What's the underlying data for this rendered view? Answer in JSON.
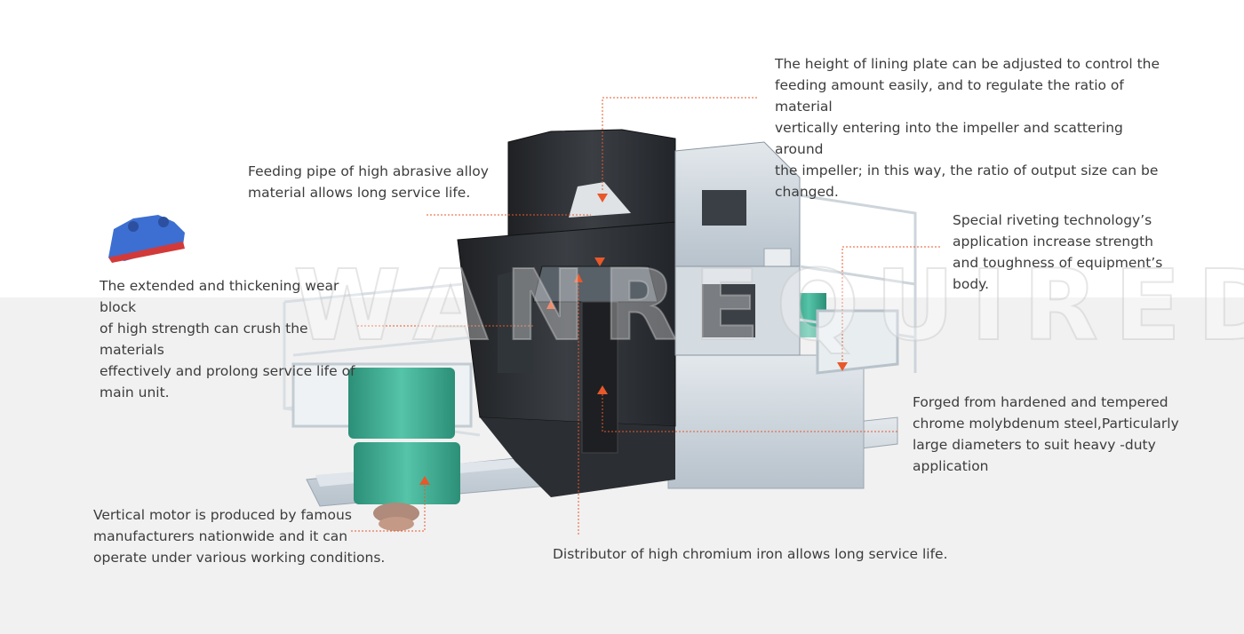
{
  "callouts": {
    "lining_plate": "The height of lining plate can be adjusted to control the\nfeeding amount easily, and to regulate the ratio of material\nvertically entering into the impeller and scattering around\nthe impeller; in this way, the ratio of output size can be\nchanged.",
    "feeding_pipe": "Feeding pipe of high abrasive alloy\nmaterial allows long service life.",
    "riveting": "Special riveting technology’s\napplication increase strength\nand toughness of equipment’s\nbody.",
    "wear_block": "The extended and thickening wear block\nof high strength can crush the materials\neffectively and prolong service life of\nmain unit.",
    "forged_shaft": "Forged from hardened and tempered\nchrome molybdenum steel,Particularly\nlarge diameters to suit heavy -duty\napplication",
    "vertical_motor": "Vertical motor is produced by famous\nmanufacturers nationwide and it can\noperate under various working conditions.",
    "distributor": "Distributor of high chromium iron allows long service life."
  },
  "watermark": "WANREQUIRED",
  "colors": {
    "leader_line": "#e8582a",
    "arrow": "#e8582a",
    "motor": "#3fae94",
    "frame": "#c9d2da",
    "housing_dark": "#2a2d30",
    "wear_block": "#3c6fd1",
    "wear_block_edge": "#d23a3a"
  }
}
